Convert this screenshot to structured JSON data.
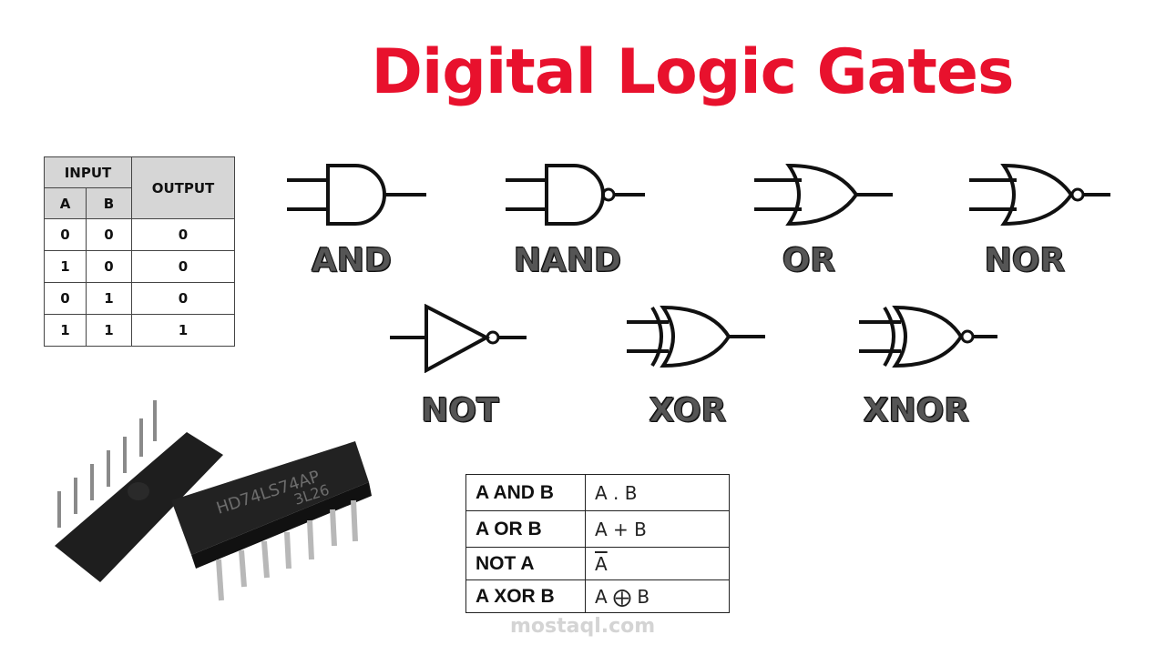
{
  "title": "Digital Logic Gates",
  "truth_table": {
    "header_group": "INPUT",
    "headers": [
      "A",
      "B"
    ],
    "output_header": "OUTPUT",
    "rows": [
      [
        "0",
        "0",
        "0"
      ],
      [
        "1",
        "0",
        "0"
      ],
      [
        "0",
        "1",
        "0"
      ],
      [
        "1",
        "1",
        "1"
      ]
    ]
  },
  "gates": {
    "and": "AND",
    "nand": "NAND",
    "or": "OR",
    "nor": "NOR",
    "not": "NOT",
    "xor": "XOR",
    "xnor": "XNOR"
  },
  "expressions": [
    {
      "name": "A AND B",
      "expr": "A . B"
    },
    {
      "name": "A OR B",
      "expr": "A + B"
    },
    {
      "name": "NOT A",
      "expr": "A"
    },
    {
      "name": "A XOR B",
      "expr": "A ⨁ B"
    }
  ],
  "chip": {
    "marking": "HD74LS74AP",
    "code": "3L26"
  },
  "watermark": "mostaql.com"
}
